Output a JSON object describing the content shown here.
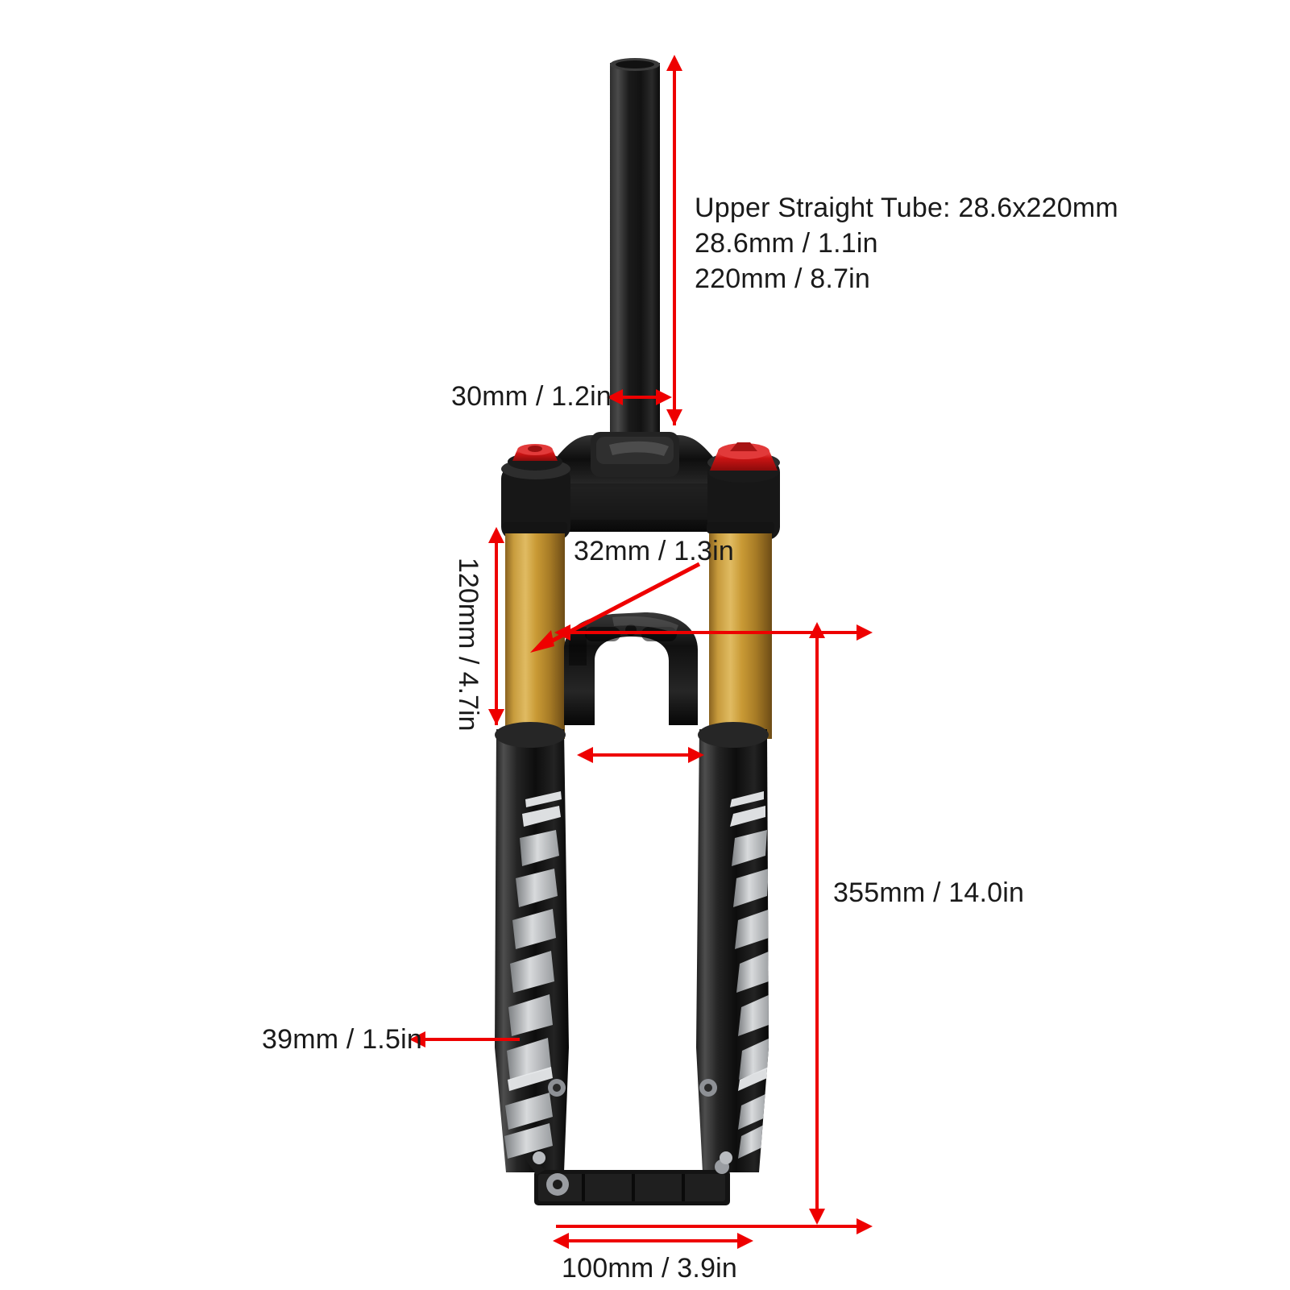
{
  "page": {
    "title": "Bicycle Suspension Fork Dimension Diagram",
    "background_color": "#ffffff",
    "annotation_color": "#ee0000",
    "text_color": "#1a1a1a"
  },
  "product": {
    "type": "mountain-bike-suspension-fork",
    "steerer_color": "#1c1c1c",
    "crown_color": "#141414",
    "stanchion_color": "#c8922f",
    "lower_leg_color": "#131313",
    "adjuster_knob_color": "#cc1111",
    "decal_color": "#c9cbcd"
  },
  "annotations": [
    {
      "id": "upper-straight-tube",
      "lines": [
        "Upper Straight Tube: 28.6x220mm",
        "28.6mm / 1.1in",
        "220mm / 8.7in"
      ],
      "orientation": "horizontal"
    },
    {
      "id": "crown-height",
      "label": "30mm / 1.2in",
      "orientation": "horizontal"
    },
    {
      "id": "stanchion-travel",
      "label": "120mm / 4.7in",
      "orientation": "vertical-rotated"
    },
    {
      "id": "stanchion-diameter",
      "label": "32mm / 1.3in",
      "orientation": "horizontal"
    },
    {
      "id": "axle-to-crown",
      "label": "355mm / 14.0in",
      "orientation": "horizontal"
    },
    {
      "id": "lower-leg-width",
      "label": "39mm / 1.5in",
      "orientation": "horizontal"
    },
    {
      "id": "hub-spacing",
      "label": "100mm / 3.9in",
      "orientation": "horizontal"
    }
  ],
  "labels": {
    "upper_tube_line1": "Upper Straight Tube: 28.6x220mm",
    "upper_tube_line2": "28.6mm / 1.1in",
    "upper_tube_line3": "220mm / 8.7in",
    "crown_height": "30mm / 1.2in",
    "travel": "120mm / 4.7in",
    "stanchion_diameter": "32mm / 1.3in",
    "axle_to_crown": "355mm / 14.0in",
    "lower_leg_width": "39mm / 1.5in",
    "hub_spacing": "100mm / 3.9in"
  }
}
